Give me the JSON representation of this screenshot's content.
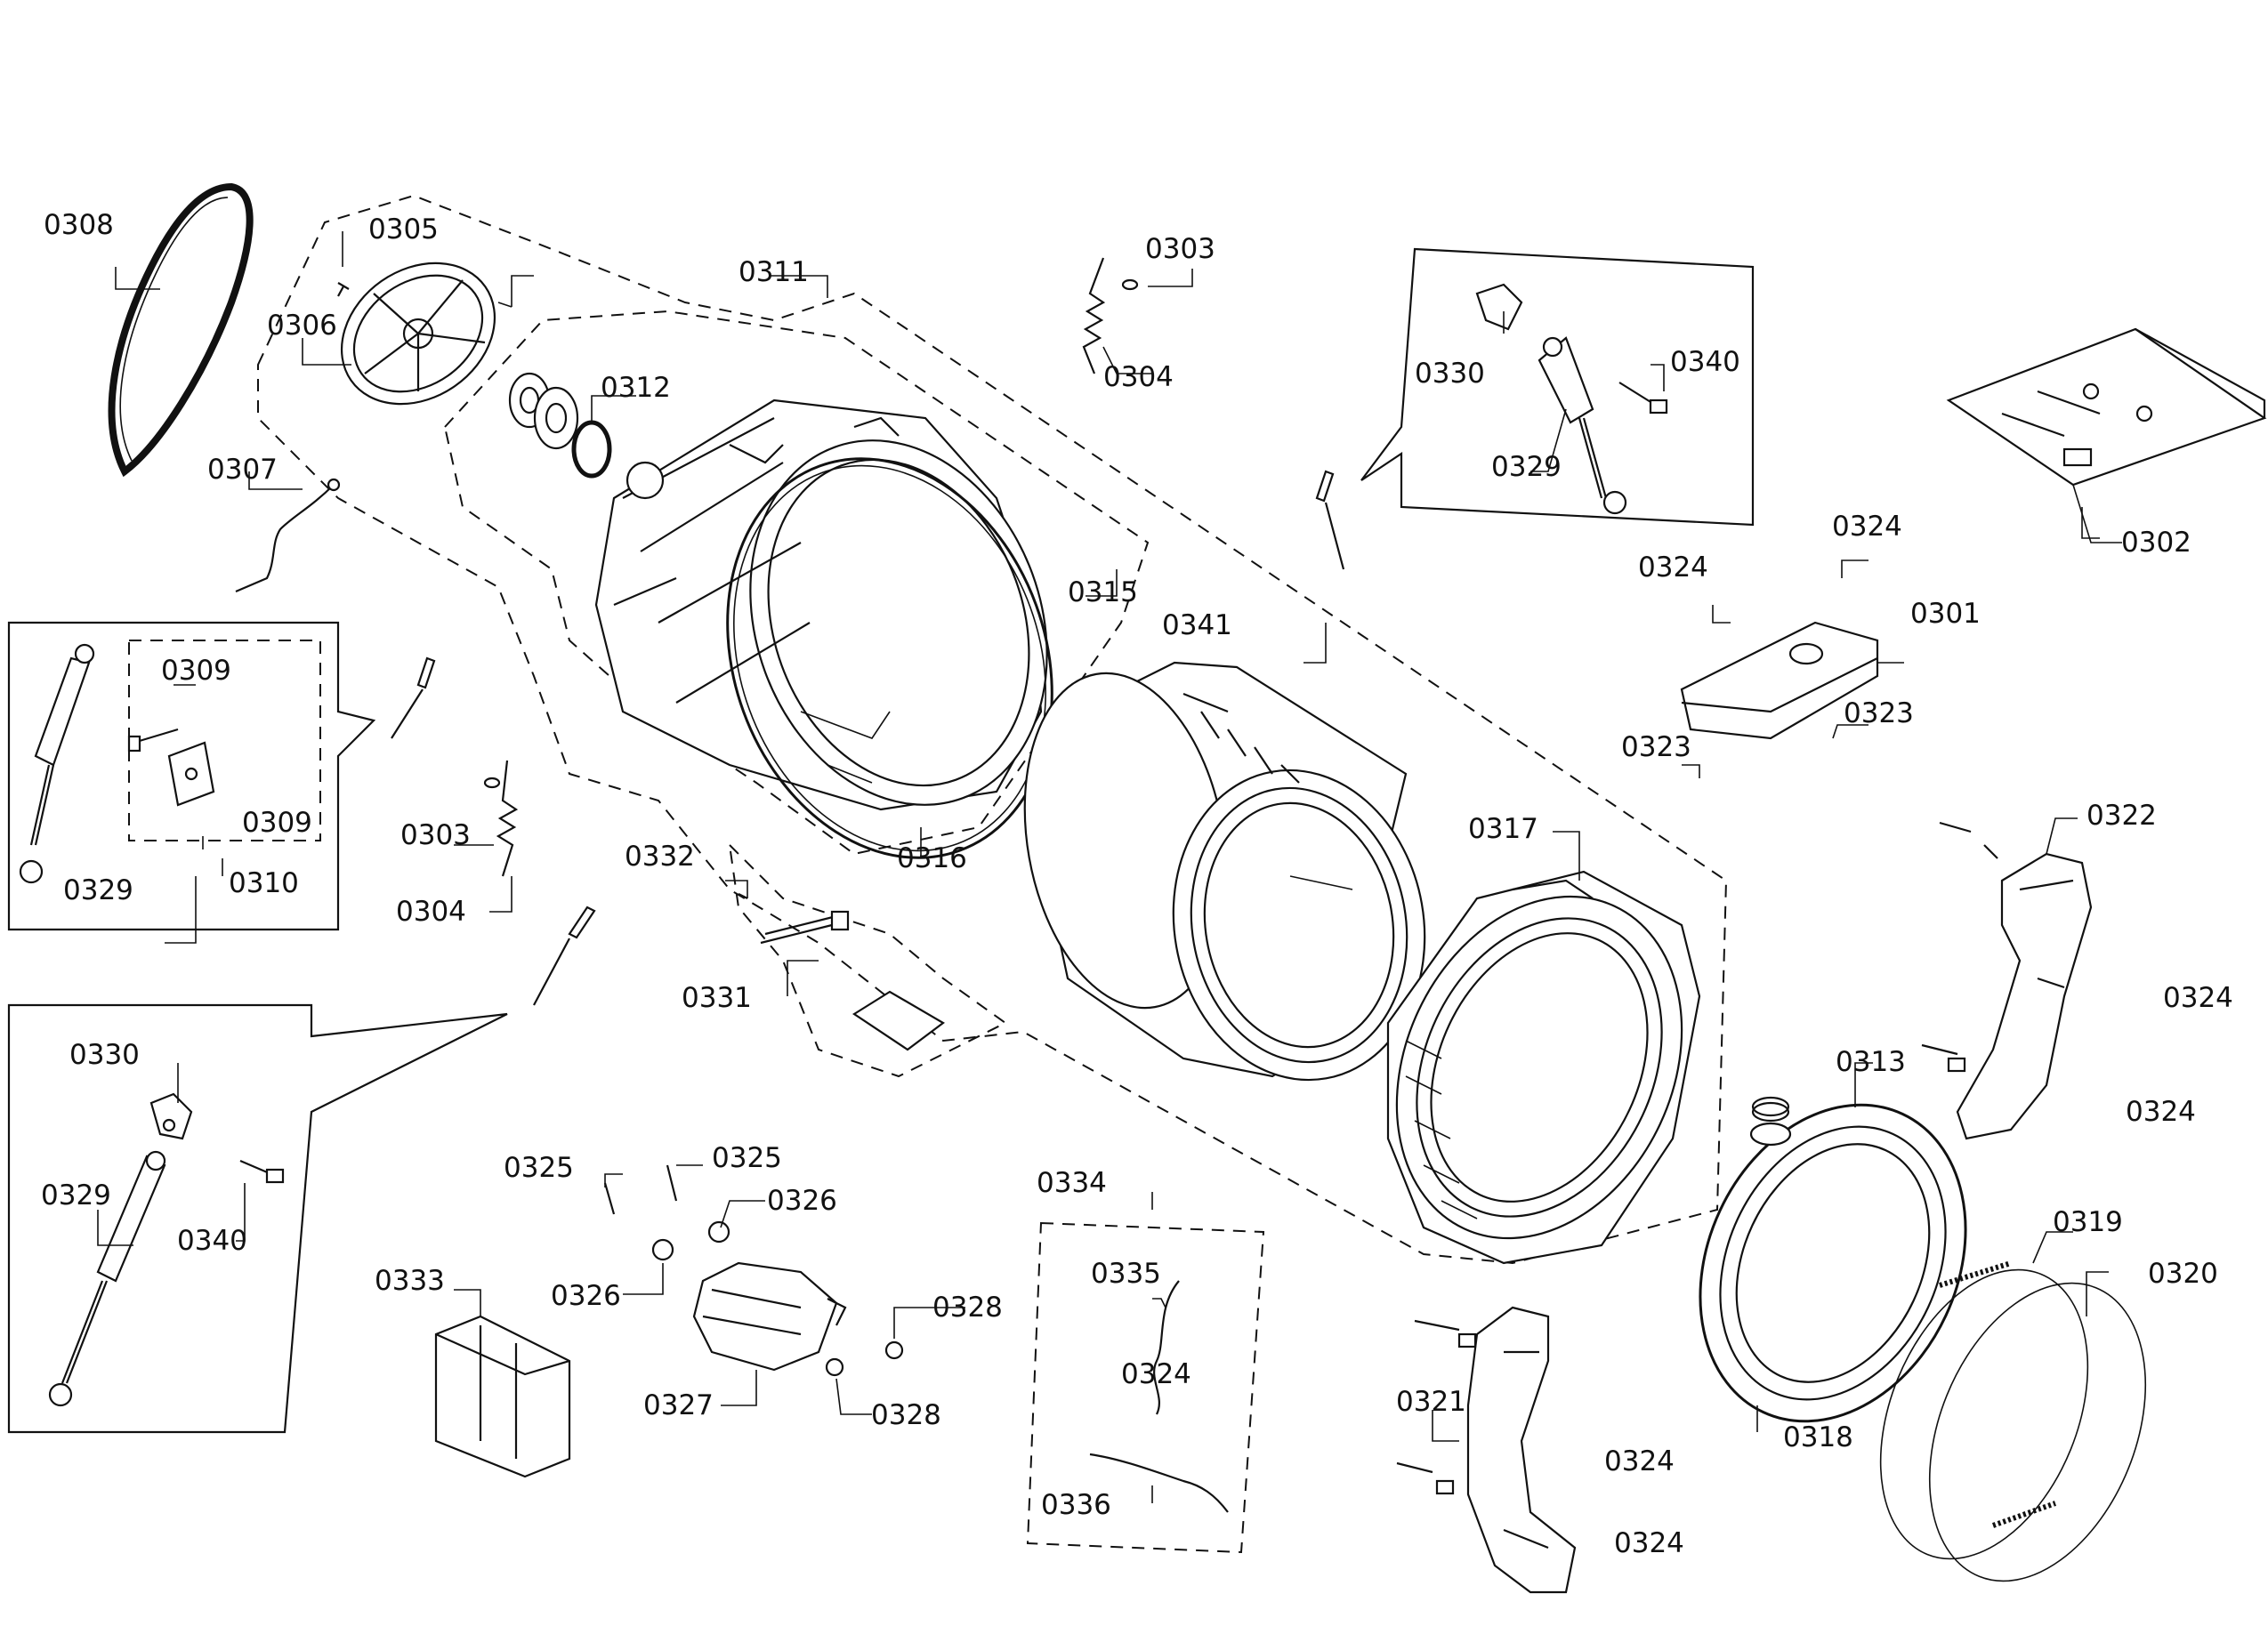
{
  "labels": {
    "p0301": "0301",
    "p0302": "0302",
    "p0303a": "0303",
    "p0303b": "0303",
    "p0304a": "0304",
    "p0304b": "0304",
    "p0305": "0305",
    "p0306": "0306",
    "p0307": "0307",
    "p0308": "0308",
    "p0309a": "0309",
    "p0309b": "0309",
    "p0310": "0310",
    "p0311": "0311",
    "p0312": "0312",
    "p0313": "0313",
    "p0315": "0315",
    "p0316": "0316",
    "p0317": "0317",
    "p0318": "0318",
    "p0319": "0319",
    "p0320": "0320",
    "p0321": "0321",
    "p0322": "0322",
    "p0323a": "0323",
    "p0323b": "0323",
    "p0324a": "0324",
    "p0324b": "0324",
    "p0324c": "0324",
    "p0324d": "0324",
    "p0324e": "0324",
    "p0324f": "0324",
    "p0324g": "0324",
    "p0325a": "0325",
    "p0325b": "0325",
    "p0326a": "0326",
    "p0326b": "0326",
    "p0327": "0327",
    "p0328a": "0328",
    "p0328b": "0328",
    "p0329a": "0329",
    "p0329b": "0329",
    "p0329c": "0329",
    "p0330a": "0330",
    "p0330b": "0330",
    "p0331": "0331",
    "p0332": "0332",
    "p0333": "0333",
    "p0334": "0334",
    "p0335": "0335",
    "p0336": "0336",
    "p0340a": "0340",
    "p0340b": "0340",
    "p0341": "0341"
  }
}
